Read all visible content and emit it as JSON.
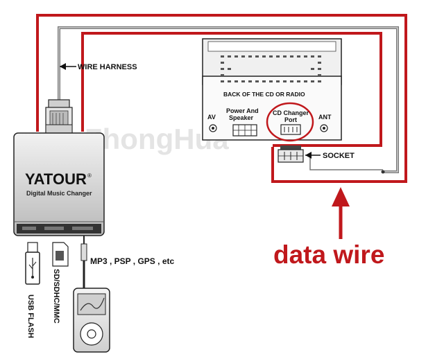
{
  "device": {
    "brand": "YATOUR",
    "reg_mark": "®",
    "model": "Digital Music Changer"
  },
  "labels": {
    "wire_harness": "WIRE HARNESS",
    "back_panel": "BACK OF THE CD OR RADIO",
    "av": "AV",
    "power_line1": "Power And",
    "power_line2": "Speaker",
    "cd_line1": "CD Changer",
    "cd_line2": "Port",
    "ant": "ANT",
    "socket": "SOCKET",
    "data_wire": "data wire",
    "mp3": "MP3 , PSP , GPS , etc",
    "usb_flash": "USB FLASH",
    "sd": "SD/SDHC/MMC"
  },
  "watermark": "ZhongHua",
  "colors": {
    "highlight_red": "#c0181c",
    "device_body": "#d9d9d9",
    "line": "#222222"
  },
  "icons": [
    "arrow-left-icon",
    "arrow-up-icon",
    "usb-stick-icon",
    "sd-card-icon",
    "audio-jack-icon",
    "music-player-icon"
  ]
}
